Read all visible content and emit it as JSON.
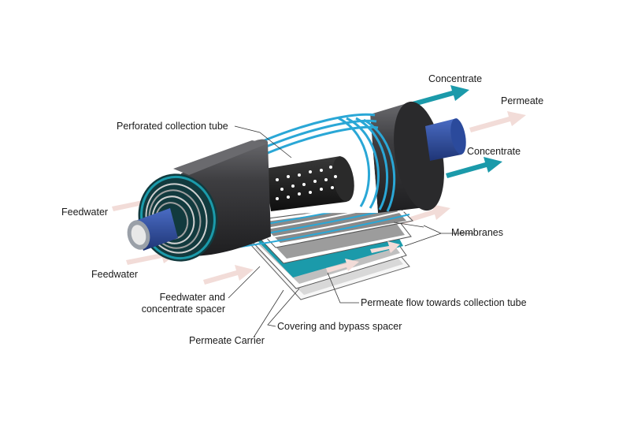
{
  "labels": {
    "concentrate_top": "Concentrate",
    "permeate": "Permeate",
    "concentrate_right": "Concentrate",
    "perforated_tube": "Perforated collection tube",
    "feedwater_left": "Feedwater",
    "feedwater_bottom": "Feedwater",
    "membranes": "Membranes",
    "feed_spacer": "Feedwater and concentrate spacer",
    "permeate_flow": "Permeate flow towards collection tube",
    "covering_spacer": "Covering and bypass spacer",
    "permeate_carrier": "Permeate Carrier"
  },
  "colors": {
    "shell": "#3a3a3c",
    "shell_light": "#5a5a5d",
    "teal": "#1b9aaa",
    "tube_blue": "#2b4a9c",
    "arrow_pink": "#f2dcd8",
    "spiral_blue": "#2aa7d6",
    "dark_face": "#123a3e"
  }
}
